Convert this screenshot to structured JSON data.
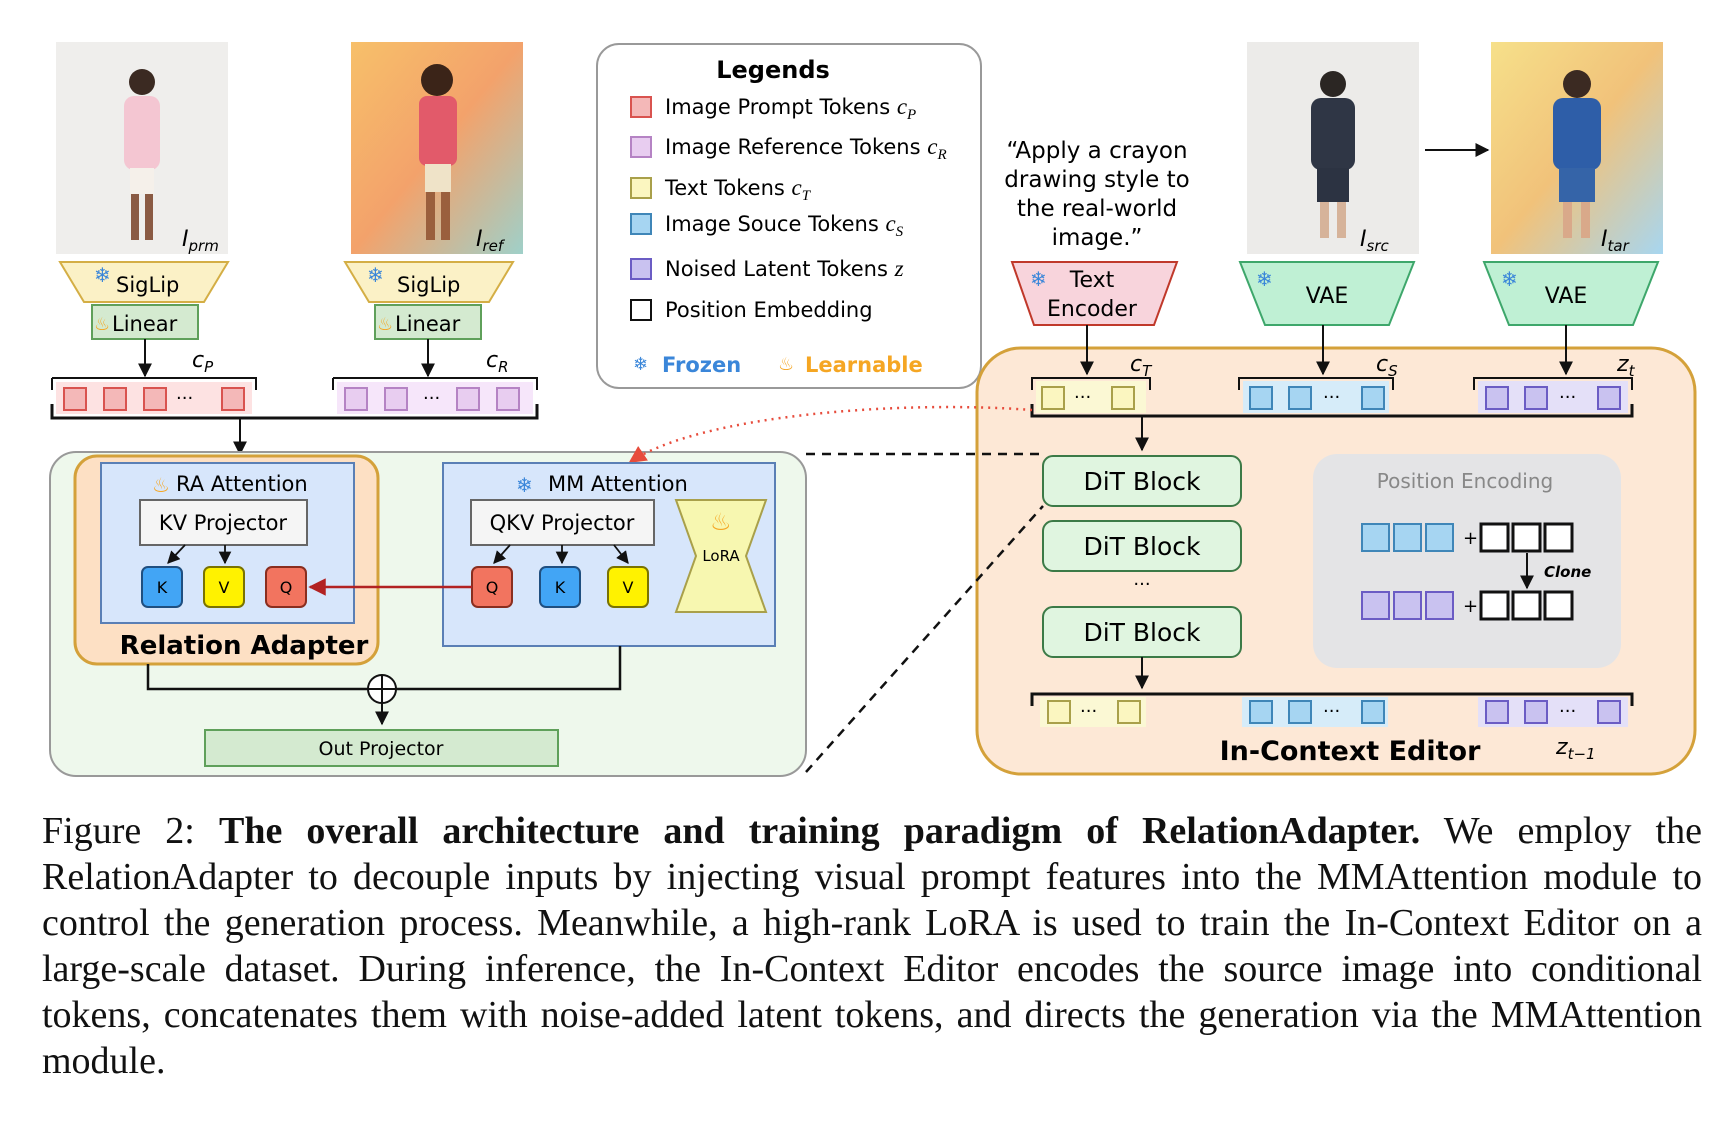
{
  "figure": {
    "images": {
      "prompt_label": "I",
      "prompt_sub": "prm",
      "reference_label": "I",
      "reference_sub": "ref",
      "source_label": "I",
      "source_sub": "src",
      "target_label": "I",
      "target_sub": "tar"
    },
    "encoders": {
      "siglip": "SigLip",
      "linear": "Linear",
      "text_encoder_line1": "Text",
      "text_encoder_line2": "Encoder",
      "vae": "VAE"
    },
    "token_labels": {
      "cp_main": "c",
      "cp_sub": "P",
      "cr_main": "c",
      "cr_sub": "R",
      "ct_main": "c",
      "ct_sub": "T",
      "cs_main": "c",
      "cs_sub": "S",
      "zt_main": "z",
      "zt_sub": "t",
      "zt1_main": "z",
      "zt1_sub": "t−1",
      "dots": "···"
    },
    "legend": {
      "title": "Legends",
      "items": [
        {
          "text": "Image Prompt Tokens ",
          "sym": "c",
          "sub": "P",
          "color": "#f4b8b8",
          "stroke": "#d9534f"
        },
        {
          "text": "Image Reference Tokens ",
          "sym": "c",
          "sub": "R",
          "color": "#e8cdf0",
          "stroke": "#b583c4"
        },
        {
          "text": "Text Tokens ",
          "sym": "c",
          "sub": "T",
          "color": "#fbf6c0",
          "stroke": "#a9a04a"
        },
        {
          "text": "Image Souce Tokens ",
          "sym": "c",
          "sub": "S",
          "color": "#a6d5f2",
          "stroke": "#3f86b8"
        },
        {
          "text": "Noised Latent Tokens ",
          "sym": "z",
          "sub": "",
          "color": "#c9c2f0",
          "stroke": "#6b5cc4"
        },
        {
          "text": "Position Embedding",
          "sym": "",
          "sub": "",
          "color": "#ffffff",
          "stroke": "#111111"
        }
      ],
      "frozen": "Frozen",
      "learnable": "Learnable"
    },
    "prompt_text": [
      "“Apply a crayon",
      "drawing style to",
      "the real-world",
      "image.”"
    ],
    "adapter": {
      "ra_attention": "RA Attention",
      "kv_projector": "KV Projector",
      "k": "K",
      "v": "V",
      "q": "Q",
      "relation_adapter": "Relation Adapter",
      "mm_attention": "MM Attention",
      "qkv_projector": "QKV Projector",
      "lora": "LoRA",
      "out_projector": "Out Projector"
    },
    "editor": {
      "dit_block": "DiT Block",
      "vdots": "···",
      "position_encoding": "Position Encoding",
      "plus": "+",
      "clone": "Clone",
      "in_context_editor": "In-Context Editor"
    },
    "colors": {
      "prompt_token": "#f4b8b8",
      "reference_token": "#e8cdf0",
      "text_token": "#fbf6c0",
      "source_token": "#a6d5f2",
      "latent_token": "#c9c2f0",
      "frozen": "#3a86d9",
      "learnable": "#f5a623"
    }
  },
  "caption": {
    "prefix": "Figure 2: ",
    "bold": "The overall architecture and training paradigm of RelationAdapter.",
    "body": " We employ the RelationAdapter to decouple inputs by injecting visual prompt features into the MMAttention module to control the generation process. Meanwhile, a high-rank LoRA is used to train the In-Context Editor on a large-scale dataset. During inference, the In-Context Editor encodes the source image into conditional tokens, concatenates them with noise-added latent tokens, and directs the generation via the MMAttention module."
  }
}
